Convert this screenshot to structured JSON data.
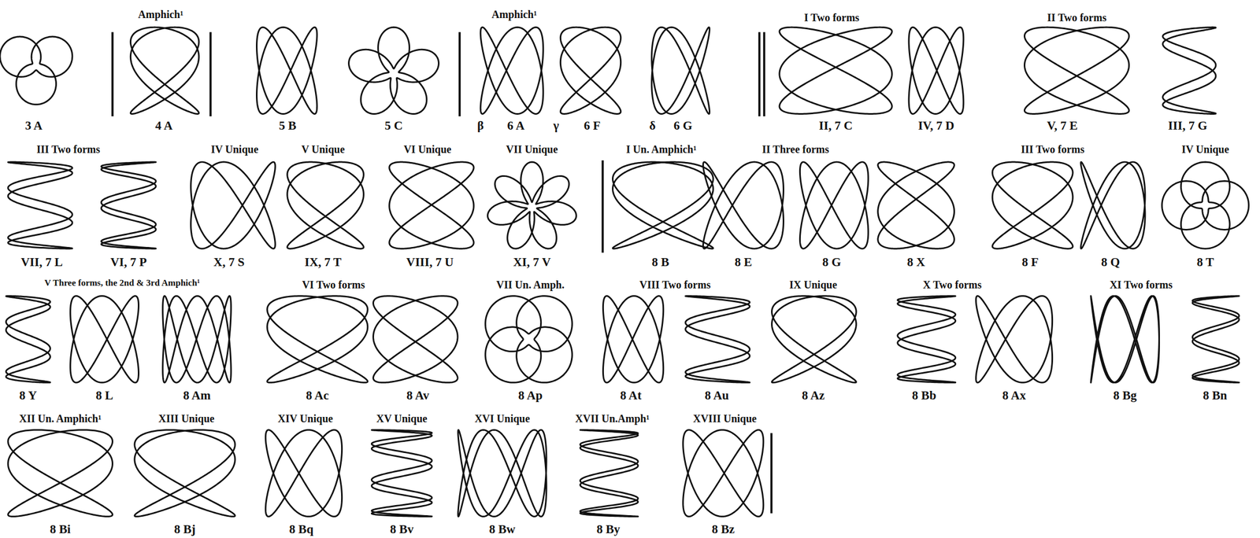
{
  "diagram": {
    "labels": [
      "3 A",
      "Amphich¹",
      "4 A",
      "5 B",
      "5 C",
      "Amphich¹",
      "β",
      "6 A",
      "γ",
      "6 F",
      "δ",
      "6 G",
      "I Two forms",
      "II, 7 C",
      "IV, 7 D",
      "II Two forms",
      "V, 7 E",
      "III, 7 G",
      "III Two forms",
      "IV Unique",
      "V Unique",
      "VI Unique",
      "VII Unique",
      "I Un. Amphich¹",
      "II Three forms",
      "III Two forms",
      "IV Unique",
      "VII, 7 L",
      "VI, 7 P",
      "X, 7 S",
      "IX, 7 T",
      "VIII, 7 U",
      "XI, 7 V",
      "8 B",
      "8 E",
      "8 G",
      "8 X",
      "8 F",
      "8 Q",
      "8 T",
      "V Three forms, the 2nd & 3rd Amphich¹",
      "VI Two forms",
      "VII Un. Amph.",
      "VIII Two forms",
      "IX Unique",
      "X Two forms",
      "XI Two forms",
      "8 Y",
      "8 L",
      "8 Am",
      "8 Ac",
      "8 Av",
      "8 Ap",
      "8 At",
      "8 Au",
      "8 Az",
      "8 Bb",
      "8 Ax",
      "8 Bg",
      "8 Bn",
      "XII Un. Amphich¹",
      "XIII Unique",
      "XIV Unique",
      "XV Unique",
      "XVI Unique",
      "XVII Un.Amph¹",
      "XVIII Unique",
      "8 Bi",
      "8 Bj",
      "8 Bq",
      "8 Bv",
      "8 Bw",
      "8 By",
      "8 Bz"
    ]
  }
}
